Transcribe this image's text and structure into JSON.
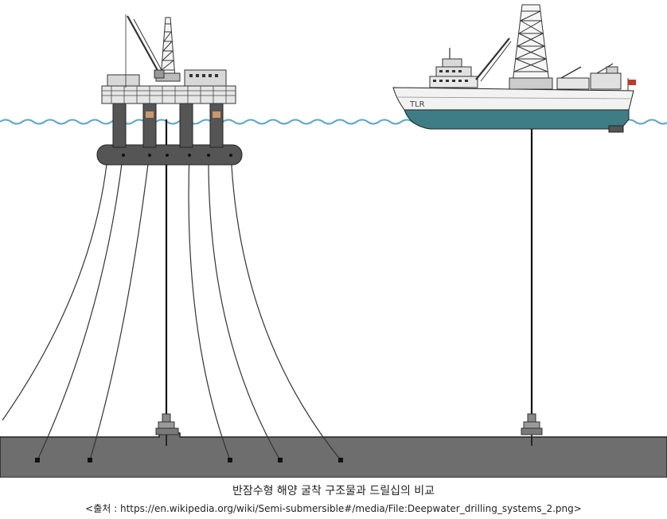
{
  "caption": {
    "title": "반잠수형 해양 굴착 구조물과 드릴십의 비교",
    "source": "<출처 : https://en.wikipedia.org/wiki/Semi-submersible#/media/File:Deepwater_drilling_systems_2.png>"
  },
  "drillship": {
    "hull_marking": "TLR"
  },
  "colors": {
    "water_line": "#5aa6c8",
    "seabed": "#6e6e6e",
    "structure": "#4a4a4a",
    "pontoon": "#555555",
    "hull_upper": "#f2f2f2",
    "hull_lower": "#3f7d86",
    "flag": "#c0392b"
  }
}
